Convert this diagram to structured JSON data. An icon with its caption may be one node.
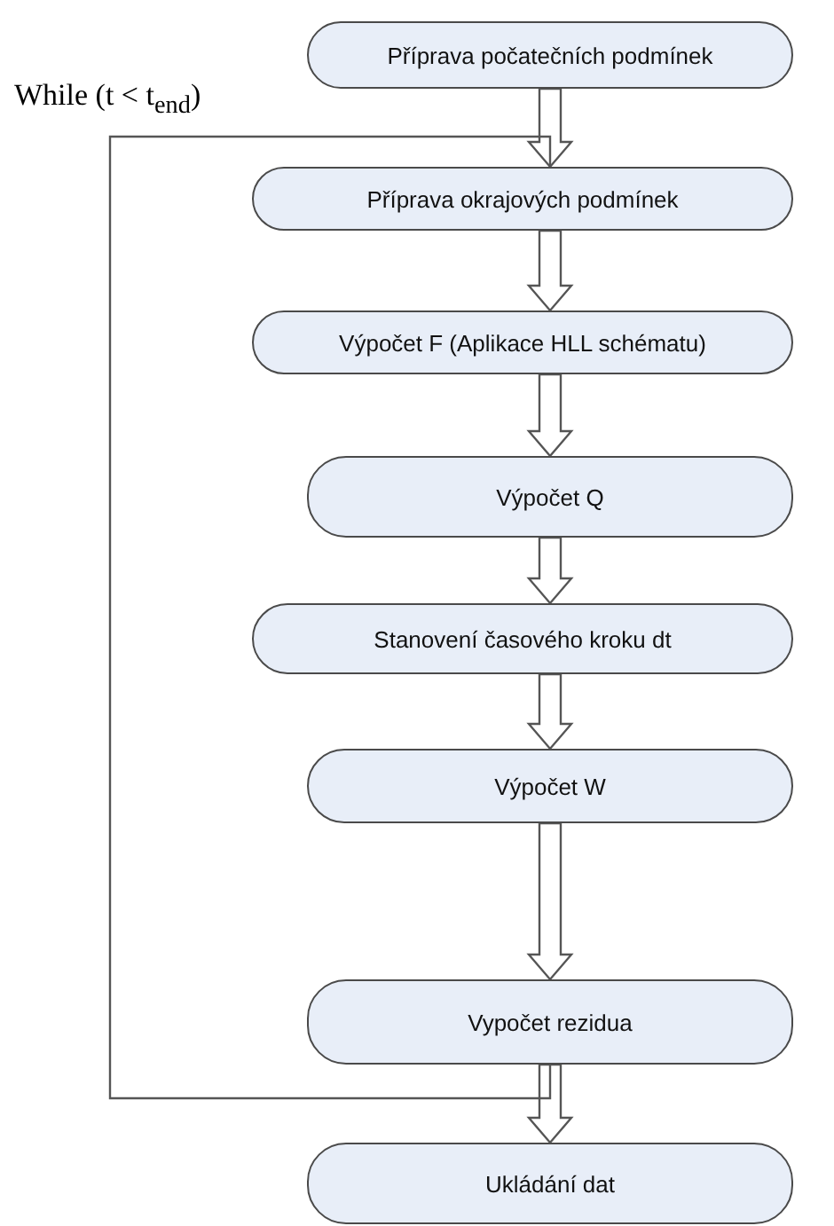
{
  "diagram": {
    "nodes": [
      {
        "text": [
          "Příprava počatečních podmínek"
        ]
      },
      {
        "text": [
          "Příprava okrajových podmínek"
        ]
      },
      {
        "text": [
          "Výpočet F (Aplikace HLL schématu)"
        ]
      },
      {
        "text": [
          "Výpočet Q"
        ]
      },
      {
        "text": [
          "Stanovení časového kroku  dt"
        ]
      },
      {
        "text": [
          "Výpočet W"
        ]
      },
      {
        "text": [
          "Vypočet rezidua"
        ]
      },
      {
        "text": [
          "Ukládání dat"
        ]
      }
    ],
    "edges": [
      {
        "from": 0,
        "to": 1,
        "arrow": "to"
      },
      {
        "from": 1,
        "to": 2,
        "arrow": "to"
      },
      {
        "from": 2,
        "to": 3,
        "arrow": "to"
      },
      {
        "from": 3,
        "to": 4,
        "arrow": "to"
      },
      {
        "from": 4,
        "to": 5,
        "arrow": "to"
      },
      {
        "from": 5,
        "to": 6,
        "arrow": "to"
      },
      {
        "from": 6,
        "to": 7,
        "arrow": "to"
      },
      {
        "from": 6,
        "to": 1,
        "arrow": "none",
        "label": "While (t < t$_{end}$)"
      }
    ]
  }
}
